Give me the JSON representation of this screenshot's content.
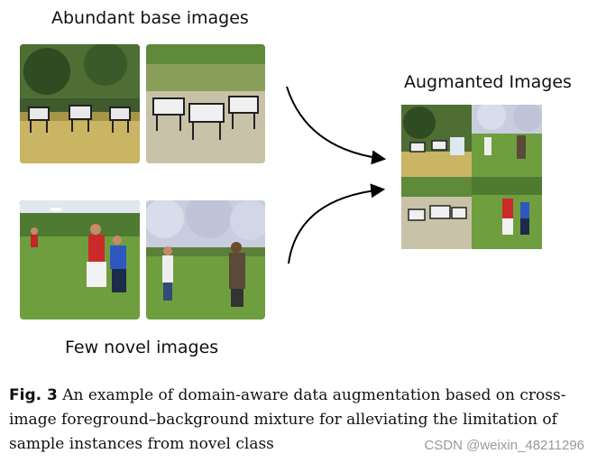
{
  "labels": {
    "base": "Abundant base images",
    "augmented": "Augmanted Images",
    "novel": "Few novel images"
  },
  "caption": {
    "fig_label": "Fig. 3",
    "text": "An example of domain-aware data augmentation based on cross-image foreground–background mixture for alleviating the limitation of sample instances from novel class"
  },
  "watermark": "CSDN @weixin_48211296",
  "colors": {
    "grass": "#6f9e3e",
    "dry_grass": "#c9b563",
    "sky": "#dfe7ef",
    "blossom": "#c9cde0",
    "arrow": "#000000"
  }
}
